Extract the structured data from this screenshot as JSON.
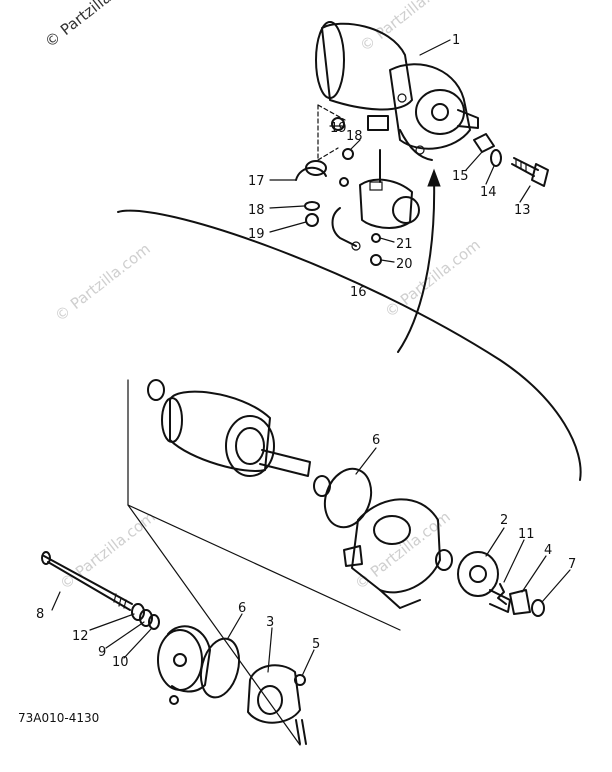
{
  "watermarks": {
    "corner": "© Partzilla",
    "repeat": "© Partzilla.com"
  },
  "diagram_code": "73A010-4130",
  "part_labels": [
    "1",
    "2",
    "3",
    "4",
    "5",
    "6",
    "6",
    "7",
    "8",
    "9",
    "10",
    "11",
    "12",
    "13",
    "14",
    "15",
    "16",
    "17",
    "18",
    "18",
    "19",
    "19",
    "20",
    "21"
  ]
}
